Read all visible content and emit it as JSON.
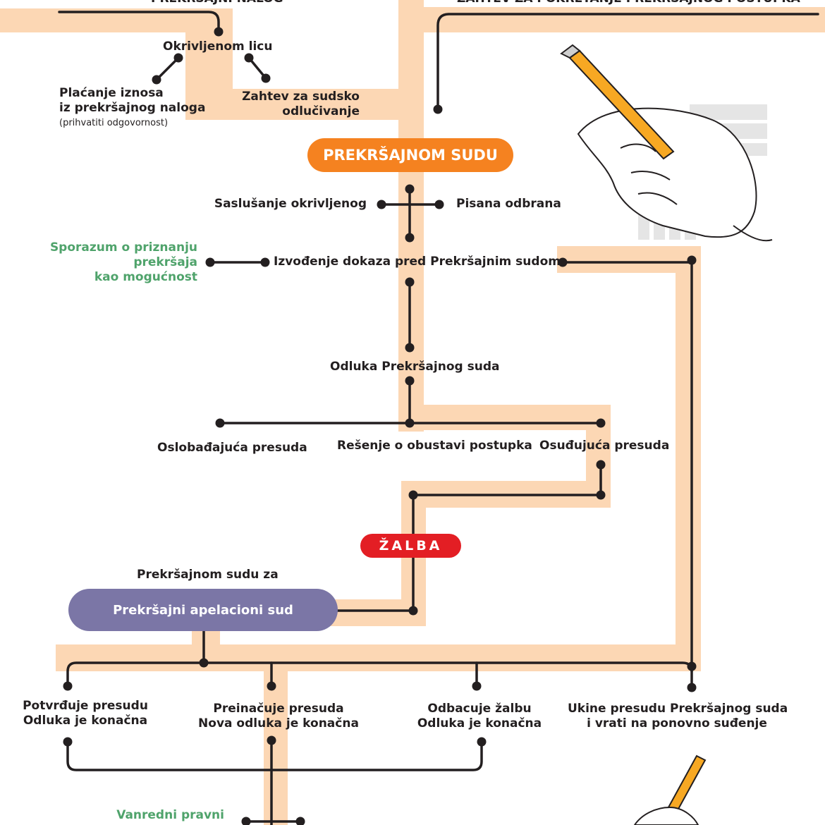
{
  "header": {
    "left_top_label": "PREKRŠAJNI NALOG",
    "right_top_label": "ZAHTEV ZA POKRETANJE PREKRŠAJNOG POSTUPKA"
  },
  "nodes": {
    "okrivljenom_licu": "Okrivljenom licu",
    "placanje_line1": "Plaćanje iznosa",
    "placanje_line2": "iz prekršajnog naloga",
    "placanje_note": "(prihvatiti odgovornost)",
    "zahtev_line1": "Zahtev za sudsko",
    "zahtev_line2": "odlučivanje",
    "court": "PREKRŠAJNOM SUDU",
    "saslusanje": "Saslušanje okrivljenog",
    "pisana_odbrana": "Pisana odbrana",
    "sporazum_line1": "Sporazum o priznanju",
    "sporazum_line2": "prekršaja",
    "sporazum_line3": "kao mogućnost",
    "izvodjenje": "Izvođenje dokaza pred Prekršajnim sudom",
    "odluka": "Odluka Prekršajnog suda",
    "oslobadjajuca": "Oslobađajuća presuda",
    "resenje": "Rešenje o obustavi postupka",
    "osudjujuca": "Osuđujuća presuda",
    "zalba": "ŽALBA",
    "prekrsajnom_sudu_za": "Prekršajnom sudu za",
    "appeal_court": "Prekršajni apelacioni sud",
    "potvrdjuje_line1": "Potvrđuje presudu",
    "potvrdjuje_line2": "Odluka je konačna",
    "preinacuje_line1": "Preinačuje presuda",
    "preinacuje_line2": "Nova odluka je konačna",
    "odbacuje_line1": "Odbacuje žalbu",
    "odbacuje_line2": "Odluka je konačna",
    "ukine_line1": "Ukine presudu Prekršajnog suda",
    "ukine_line2": "i vrati na ponovno suđenje",
    "vanredni": "Vanredni pravni"
  },
  "colors": {
    "track": "#fcd7b4",
    "line": "#231f20",
    "court_pill": "#f58220",
    "zalba_pill": "#e31e24",
    "appeal_pill": "#7b76a6",
    "green_text": "#4fa36b",
    "pencil": "#f7a823"
  },
  "illustrations": [
    "hand-with-pencil-icon",
    "hand-with-pencil-bottom-icon"
  ]
}
